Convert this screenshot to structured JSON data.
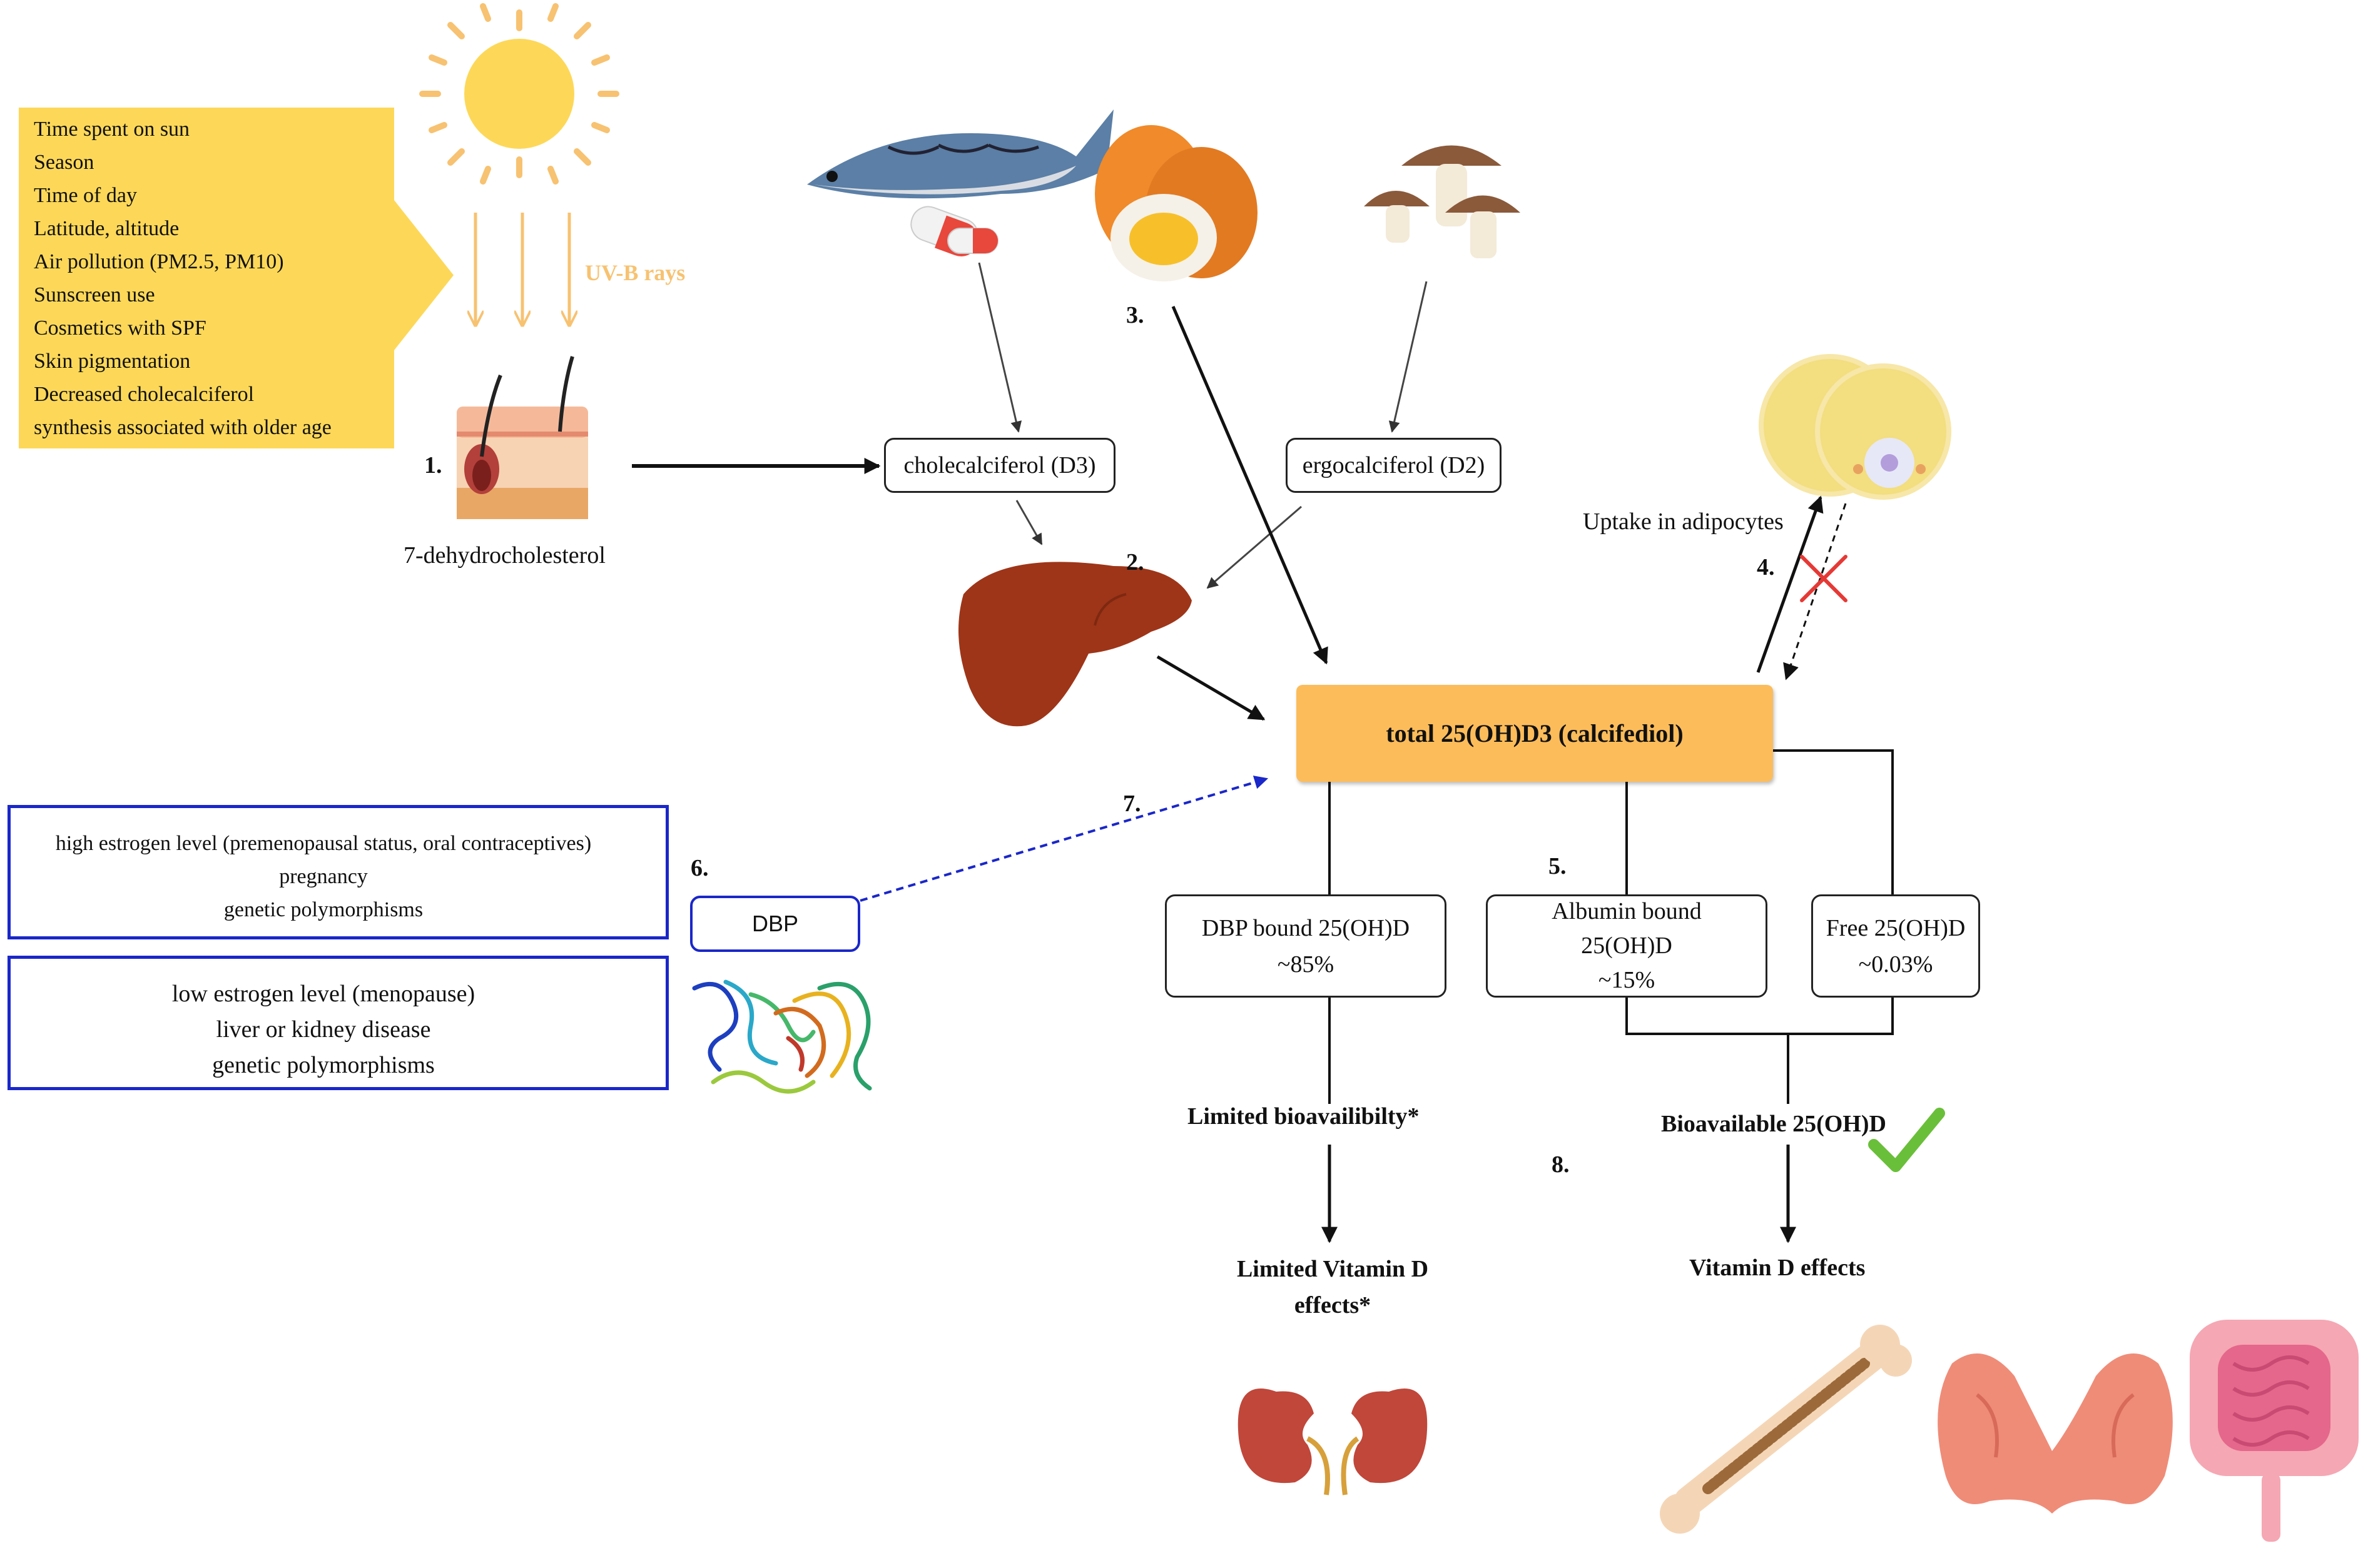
{
  "factors": [
    "Time spent on sun",
    "Season",
    "Time of day",
    "Latitude, altitude",
    "Air pollution (PM2.5, PM10)",
    "Sunscreen use",
    "Cosmetics with SPF",
    "Skin pigmentation",
    "Decreased cholecalciferol",
    "synthesis associated with older age"
  ],
  "uvb_label": "UV-B rays",
  "skin_label": "7-dehydrocholesterol",
  "steps": {
    "s1": "1.",
    "s2": "2.",
    "s3": "3.",
    "s4": "4.",
    "s5": "5.",
    "s6": "6.",
    "s7": "7.",
    "s8": "8."
  },
  "d3_box": "cholecalciferol (D3)",
  "d2_box": "ergocalciferol (D2)",
  "total_box": "total 25(OH)D3 (calcifediol)",
  "adipocytes_label": "Uptake in adipocytes",
  "dbp_bound": {
    "line1": "DBP bound 25(OH)D",
    "line2": "~85%"
  },
  "albumin_bound": {
    "line1": "Albumin bound",
    "line2": "25(OH)D",
    "line3": "~15%"
  },
  "free": {
    "line1": "Free 25(OH)D",
    "line2": "~0.03%"
  },
  "limited_bioavailability": "Limited bioavailibilty*",
  "bioavailable": "Bioavailable 25(OH)D",
  "limited_effects": {
    "line1": "Limited Vitamin D",
    "line2": "effects*"
  },
  "vitd_effects": "Vitamin D effects",
  "dbp_box": "DBP",
  "increase_factors": [
    "high estrogen level (premenopausal status, oral contraceptives)",
    "pregnancy",
    "genetic polymorphisms"
  ],
  "decrease_factors": [
    "low estrogen level (menopause)",
    "liver or kidney disease",
    "genetic polymorphisms"
  ],
  "icons": [
    "sun-icon",
    "skin-icon",
    "fish-icon",
    "capsule-icon",
    "egg-icon",
    "mushroom-icon",
    "liver-icon",
    "adipocyte-icon",
    "dbp-protein-icon",
    "kidney-icon",
    "bone-icon",
    "thyroid-icon",
    "intestine-icon",
    "check-icon",
    "cross-icon"
  ],
  "colors": {
    "sun": "#fdd858",
    "factors_bg": "#fdd858",
    "uvb": "#f7c271",
    "total_bg": "#fdbc5a",
    "blue": "#1a27c9",
    "liver": "#9e3518",
    "check": "#6abf3a",
    "cross": "#e53935"
  }
}
